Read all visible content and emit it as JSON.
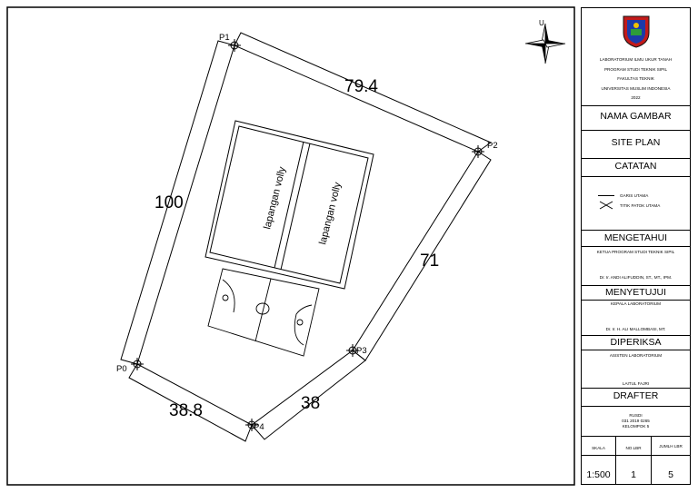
{
  "drawing": {
    "north_label": "U",
    "points": [
      "P0",
      "P1",
      "P2",
      "P3",
      "P4"
    ],
    "dimensions": [
      "100",
      "79.4",
      "71",
      "38",
      "38.8"
    ],
    "court_labels": [
      "lapangan volly",
      "lapangan volly"
    ]
  },
  "title_block": {
    "institution": [
      "LABORATORIUM ILMU UKUR TANAH",
      "PROGRAM STUDI TEKNIK SIPIL",
      "FAKULTAS TEKNIK",
      "UNIVERSITAS MUSLIM INDONESIA",
      "2022"
    ],
    "nama_gambar_label": "NAMA GAMBAR",
    "nama_gambar_value": "SITE PLAN",
    "catatan_label": "CATATAN",
    "legend": [
      "GARIS UTAMA",
      "TITIK PATOK UTAMA"
    ],
    "mengetahui_label": "MENGETAHUI",
    "mengetahui_role": "KETUA PROGRAM STUDI TEKNIK SIPIL",
    "mengetahui_name": "Dr. Ir. ANDI ALIFUDDIN, ST., MT., IPM.",
    "menyetujui_label": "MENYETUJUI",
    "menyetujui_role": "KEPALA LABORATORIUM",
    "menyetujui_name": "Dr. Ir. H. ALI MALLOMBASI, MT.",
    "diperiksa_label": "DIPERIKSA",
    "diperiksa_role": "ASISTEN LABORATORIUM",
    "diperiksa_name": "LAITUL FAJRI",
    "drafter_label": "DRAFTER",
    "drafter_lines": [
      "RUSDI",
      "031 2019 0265",
      "KELOMPOK 5"
    ],
    "table_headers": [
      "SKALA",
      "NO.LBR",
      "JUMLH LBR"
    ],
    "table_values": [
      "1:500",
      "1",
      "5"
    ]
  }
}
